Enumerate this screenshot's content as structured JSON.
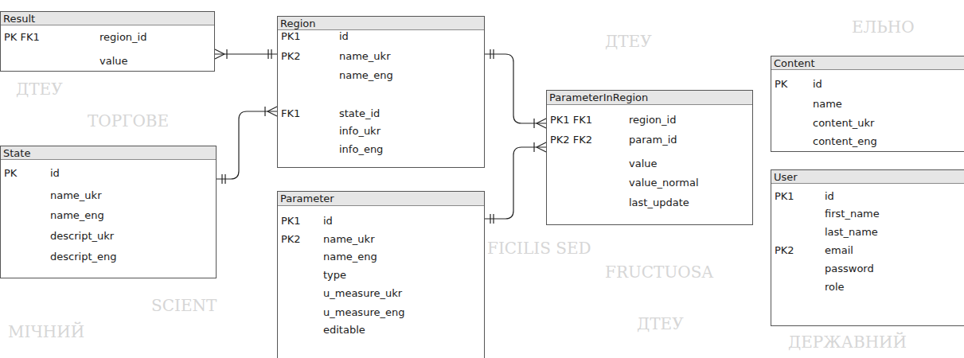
{
  "diagram": {
    "nodes": [
      {
        "text": [
          "Result",
          "PK FK1",
          "region_id",
          "value"
        ]
      },
      {
        "text": [
          "Region",
          "PK1",
          "id",
          "PK2",
          "name_ukr",
          "name_eng",
          "FK1",
          "state_id",
          "info_ukr",
          "info_eng"
        ]
      },
      {
        "text": [
          "State",
          "PK",
          "id",
          "name_ukr",
          "name_eng",
          "descript_ukr",
          "descript_eng"
        ]
      },
      {
        "text": [
          "Parameter",
          "PK1",
          "id",
          "PK2",
          "name_ukr",
          "name_eng",
          "type",
          "u_measure_ukr",
          "u_measure_eng",
          "editable"
        ]
      },
      {
        "text": [
          "ParameterInRegion",
          "PK1 FK1",
          "region_id",
          "PK2 FK2",
          "param_id",
          "value",
          "value_normal",
          "last_update"
        ]
      },
      {
        "text": [
          "Content",
          "PK",
          "id",
          "name",
          "content_ukr",
          "content_eng"
        ]
      },
      {
        "text": [
          "User",
          "PK1",
          "id",
          "first_name",
          "last_name",
          "PK2",
          "email",
          "password",
          "role"
        ]
      }
    ],
    "edges": [
      {
        "from": 0,
        "to": 1,
        "arrow": "both"
      },
      {
        "from": 2,
        "to": 1,
        "arrow": "both"
      },
      {
        "from": 1,
        "to": 4,
        "arrow": "both"
      },
      {
        "from": 3,
        "to": 4,
        "arrow": "both"
      }
    ],
    "labels": [
      "ДТЕУ",
      "ТОРГОВЕ",
      "МІЧНИЙ",
      "SCIENT",
      "FICILIS SED",
      "FRUCTUOSA",
      "ДТЕУ",
      "ЕЛЬНО",
      "ДТЕУ",
      "ДЕРЖАВНИЙ"
    ]
  }
}
